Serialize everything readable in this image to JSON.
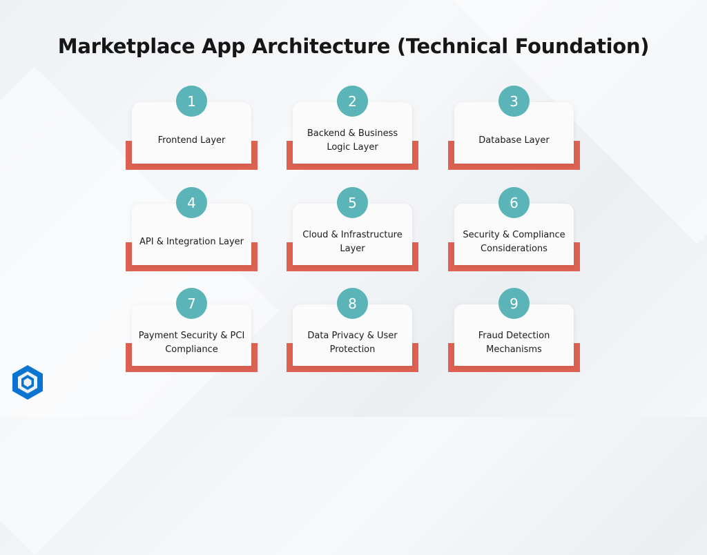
{
  "title": "Marketplace App Architecture (Technical Foundation)",
  "colors": {
    "accent": "#5bb4b7",
    "frame": "#de6252",
    "logo": "#0a74d0"
  },
  "layers": [
    {
      "number": "1",
      "label": "Frontend Layer"
    },
    {
      "number": "2",
      "label": "Backend & Business Logic Layer"
    },
    {
      "number": "3",
      "label": "Database Layer"
    },
    {
      "number": "4",
      "label": "API & Integration Layer"
    },
    {
      "number": "5",
      "label": "Cloud & Infrastructure Layer"
    },
    {
      "number": "6",
      "label": "Security & Compliance Considerations"
    },
    {
      "number": "7",
      "label": "Payment Security & PCI Compliance"
    },
    {
      "number": "8",
      "label": "Data Privacy & User Protection"
    },
    {
      "number": "9",
      "label": "Fraud Detection Mechanisms"
    }
  ]
}
